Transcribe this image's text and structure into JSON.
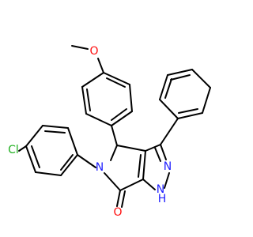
{
  "molecule": {
    "atoms": {
      "methoxy_o": "O",
      "cl": "Cl",
      "n_ring": "N",
      "n_pyrazole": "N",
      "nh": "N",
      "h": "H",
      "carbonyl_o": "O"
    }
  },
  "colors": {
    "carbon": "#000000",
    "nitrogen": "#2121ff",
    "oxygen": "#ff0d0d",
    "chlorine": "#1fb01f",
    "background": "#ffffff"
  }
}
